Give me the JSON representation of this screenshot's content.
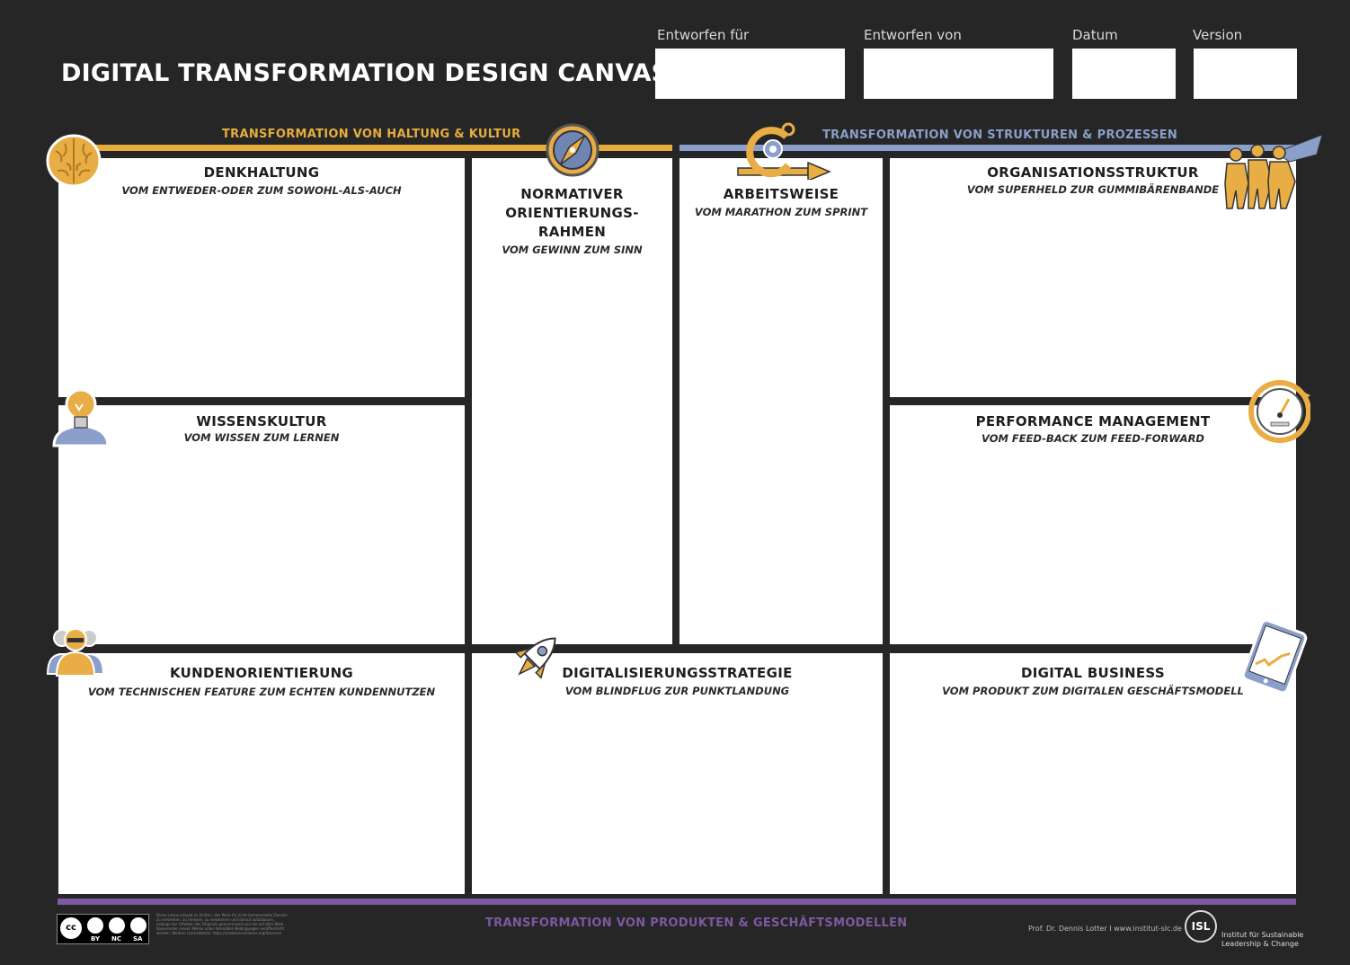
{
  "header": {
    "title": "DIGITAL TRANSFORMATION DESIGN CANVAS",
    "fields": [
      {
        "label": "Entworfen für",
        "value": ""
      },
      {
        "label": "Entworfen von",
        "value": ""
      },
      {
        "label": "Datum",
        "value": ""
      },
      {
        "label": "Version",
        "value": ""
      }
    ]
  },
  "bands": {
    "culture": {
      "label": "TRANSFORMATION VON  HALTUNG & KULTUR",
      "color": "#e6ad3e"
    },
    "structures": {
      "label": "TRANSFORMATION VON STRUKTUREN & PROZESSEN",
      "color": "#8a9fc9"
    },
    "products": {
      "label": "TRANSFORMATION VON PRODUKTEN & GESCHÄFTSMODELLEN",
      "color": "#7b5aa0"
    }
  },
  "panels": {
    "denkhaltung": {
      "title": "DENKHALTUNG",
      "subtitle": "VOM ENTWEDER-ODER ZUM SOWOHL-ALS-AUCH",
      "icon": "brain-icon"
    },
    "wissenskultur": {
      "title": "WISSENSKULTUR",
      "subtitle": "VOM WISSEN ZUM LERNEN",
      "icon": "lightbulb-head-icon"
    },
    "kundenorientierung": {
      "title": "KUNDENORIENTIERUNG",
      "subtitle": "VOM TECHNISCHEN FEATURE ZUM ECHTEN KUNDENNUTZEN",
      "icon": "team-icon"
    },
    "normativ": {
      "title_lines": [
        "NORMATIVER",
        "ORIENTIERUNGS-",
        "RAHMEN"
      ],
      "subtitle": "VOM GEWINN ZUM SINN",
      "icon": "compass-icon"
    },
    "arbeitsweise": {
      "title": "ARBEITSWEISE",
      "subtitle": "VOM MARATHON ZUM SPRINT",
      "icon": "sprint-cycle-icon"
    },
    "organisation": {
      "title": "ORGANISATIONSSTRUKTUR",
      "subtitle": "VOM SUPERHELD ZUR GUMMIBÄRENBANDE",
      "icon": "superhero-group-icon"
    },
    "performance": {
      "title": "PERFORMANCE MANAGEMENT",
      "subtitle": "VOM FEED-BACK ZUM FEED-FORWARD",
      "icon": "gauge-icon"
    },
    "digitalisierung": {
      "title": "DIGITALISIERUNGSSTRATEGIE",
      "subtitle": "VOM BLINDFLUG ZUR PUNKTLANDUNG",
      "icon": "rocket-icon"
    },
    "business": {
      "title": "DIGITAL BUSINESS",
      "subtitle": "VOM PRODUKT ZUM DIGITALEN GESCHÄFTSMODELL",
      "icon": "tablet-icon"
    }
  },
  "footer": {
    "license_badges": [
      "BY",
      "NC",
      "SA"
    ],
    "license_text": "Diese Lizenz erlaubt es Dritten, das Werk für nicht-kommerzielle Zwecke zu verbreiten, zu remixen, zu verbessern und darauf aufzubauen, solange der Urheber des Originals genannt wird und die auf dem Werk basierenden neuen Werke unter denselben Bedingungen veröffentlicht werden. Weitere Lizenzdetails: https://creativecommons.org/licenses/",
    "author": "Prof. Dr. Dennis Lotter I www.institut-slc.de",
    "logo_text": "ISL",
    "institute_line1": "Institut für Sustainable",
    "institute_line2": "Leadership & Change"
  }
}
